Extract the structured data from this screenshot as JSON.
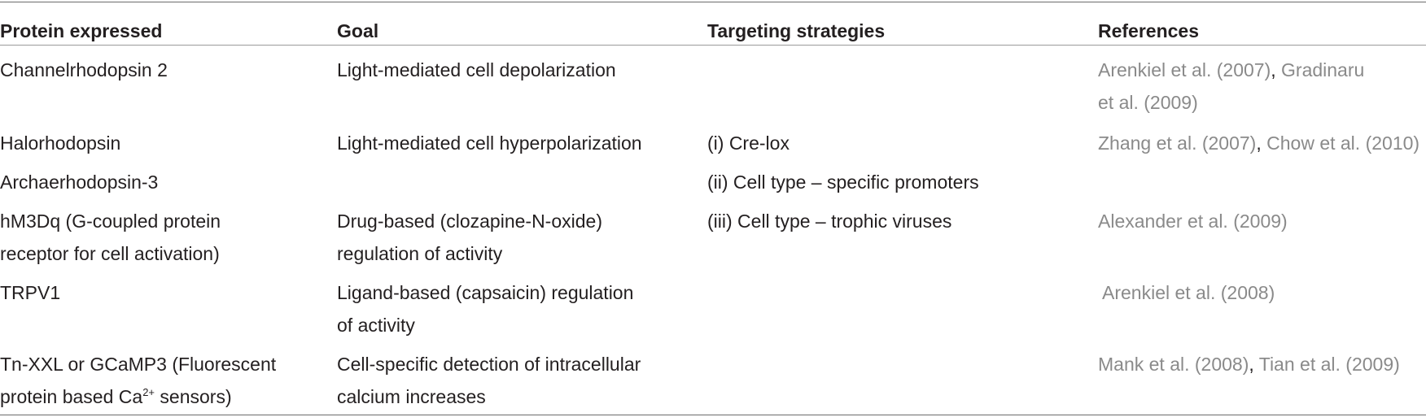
{
  "headers": {
    "protein": "Protein expressed",
    "goal": "Goal",
    "targeting": "Targeting strategies",
    "references": "References"
  },
  "rows": [
    {
      "protein": [
        "Channelrhodopsin 2"
      ],
      "goal": [
        "Light-mediated cell depolarization"
      ],
      "targeting": [],
      "refs": [
        "Arenkiel et al. (2007)",
        "Gradinaru"
      ],
      "refs_line2": "et al. (2009)"
    },
    {
      "protein": [
        "Halorhodopsin"
      ],
      "goal": [
        "Light-mediated cell hyperpolarization"
      ],
      "targeting": [
        "(i) Cre-lox"
      ],
      "refs": [
        "Zhang et al. (2007)",
        "Chow et al. (2010)"
      ]
    },
    {
      "protein": [
        "Archaerhodopsin-3"
      ],
      "goal": [],
      "targeting": [
        "(ii) Cell type – specific promoters"
      ],
      "refs": []
    },
    {
      "protein": [
        "hM3Dq (G-coupled protein",
        "receptor for cell activation)"
      ],
      "goal": [
        "Drug-based (clozapine-N-oxide)",
        "regulation of activity"
      ],
      "targeting": [
        "(iii) Cell type – trophic viruses"
      ],
      "refs": [
        "Alexander et al. (2009)"
      ]
    },
    {
      "protein": [
        "TRPV1"
      ],
      "goal": [
        "Ligand-based (capsaicin) regulation",
        "of activity"
      ],
      "targeting": [],
      "refs": [
        "Arenkiel et al. (2008)"
      ]
    },
    {
      "protein_line1": "Tn-XXL or GCaMP3 (Fluorescent",
      "protein_line2_pre": "protein based Ca",
      "protein_line2_sup": "2+",
      "protein_line2_post": " sensors)",
      "goal": [
        "Cell-specific detection of intracellular",
        "calcium increases"
      ],
      "targeting": [],
      "refs": [
        "Mank et al. (2008)",
        "Tian et al. (2009)"
      ]
    }
  ]
}
